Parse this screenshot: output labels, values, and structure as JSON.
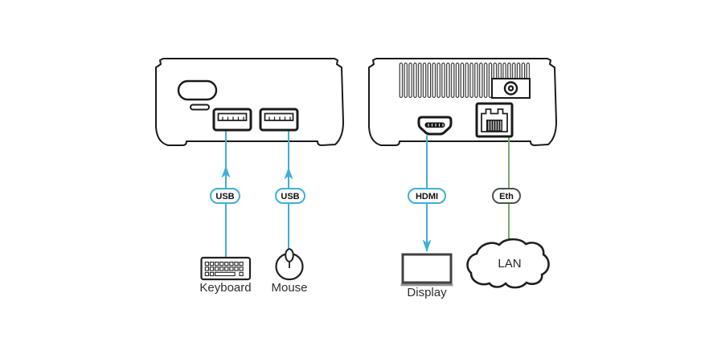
{
  "connections": [
    {
      "cable_label": "USB",
      "peripheral_label": "Keyboard",
      "peripheral_icon": "keyboard-icon",
      "arrow_direction": "up",
      "cable_color": "#3fb0d5"
    },
    {
      "cable_label": "USB",
      "peripheral_label": "Mouse",
      "peripheral_icon": "mouse-icon",
      "arrow_direction": "up",
      "cable_color": "#3fb0d5"
    },
    {
      "cable_label": "HDMI",
      "peripheral_label": "Display",
      "peripheral_icon": "display-icon",
      "arrow_direction": "down",
      "cable_color": "#3fb0d5"
    },
    {
      "cable_label": "Eth",
      "peripheral_label": "LAN",
      "peripheral_icon": "cloud-icon",
      "arrow_direction": "none",
      "cable_color": "#79a86d"
    }
  ],
  "devices": {
    "front": {
      "icon": "mini-pc-front-panel",
      "features": [
        "power-button-icon",
        "status-slit-icon",
        "usb-port-icon",
        "usb-port-icon"
      ]
    },
    "back": {
      "icon": "mini-pc-back-panel",
      "features": [
        "vent-grille-icon",
        "power-jack-icon",
        "hdmi-port-icon",
        "ethernet-port-icon"
      ]
    }
  },
  "colors": {
    "cyan": "#3fb0d5",
    "green": "#79a86d",
    "outline": "#1a1a1a",
    "eth_border": "#4a5447",
    "display_frame": "#424242",
    "monitor_base": "#909090",
    "ink": "#2d2d2d"
  }
}
